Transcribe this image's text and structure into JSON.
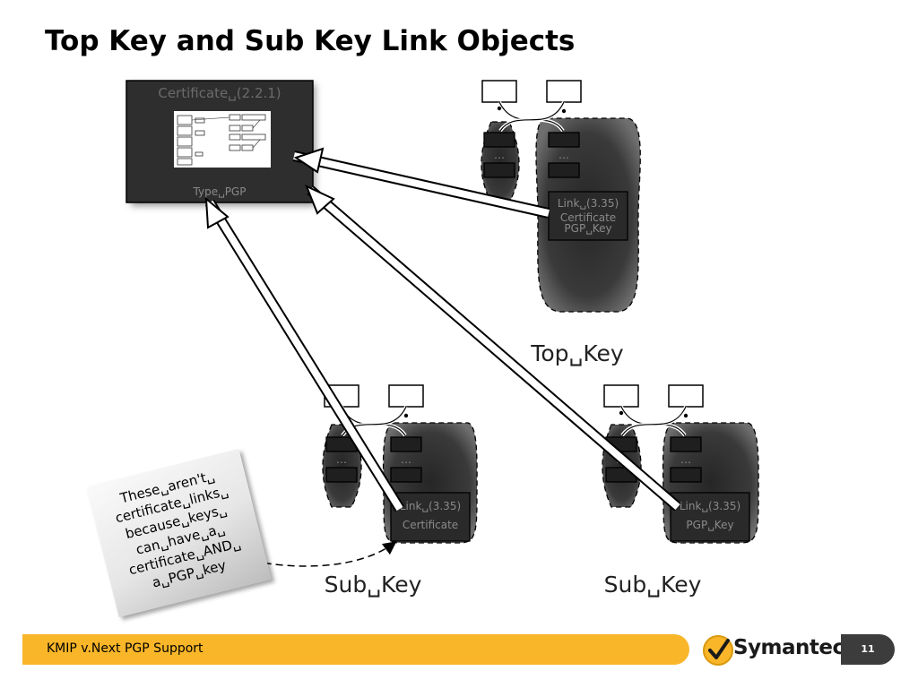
{
  "slide": {
    "title": "Top Key and Sub Key Link Objects"
  },
  "diagram": {
    "certificate_box": {
      "label": "Certificate␣(2.2.1)",
      "sublabel": "Type␣PGP"
    },
    "top_key": {
      "label": "Top␣Key",
      "link_box": {
        "line1": "Link␣(3.35)",
        "line2": "Certificate",
        "line3": "PGP␣Key"
      }
    },
    "sub_key_left": {
      "label": "Sub␣Key",
      "link_box": {
        "line1": "Link␣(3.35)",
        "line2": "Certificate"
      }
    },
    "sub_key_right": {
      "label": "Sub␣Key",
      "link_box": {
        "line1": "Link␣(3.35)",
        "line2": "PGP␣Key"
      }
    },
    "ellipsis": "…",
    "note": {
      "lines": [
        "These␣aren't␣",
        "certificate␣links␣",
        "because␣keys␣",
        "can␣have␣a␣",
        "certificate␣AND␣",
        "a␣PGP␣key"
      ]
    }
  },
  "footer": {
    "text": "KMIP v.Next PGP Support",
    "brand": "Symantec.",
    "page_number": "11",
    "bar_color": "#f9b629"
  }
}
